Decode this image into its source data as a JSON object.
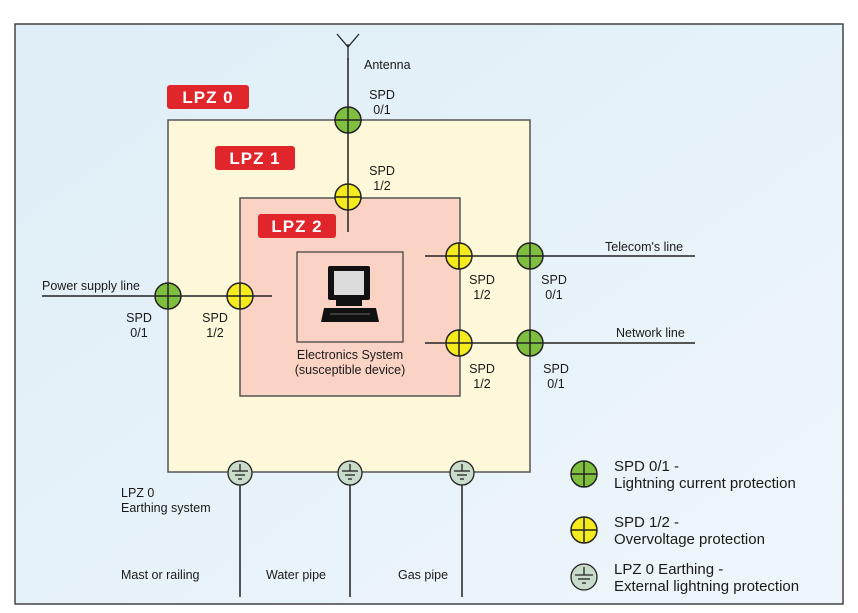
{
  "zones": {
    "lpz0": "LPZ 0",
    "lpz1": "LPZ 1",
    "lpz2": "LPZ 2"
  },
  "labels": {
    "antenna": "Antenna",
    "power_supply_line": "Power supply line",
    "telecoms_line": "Telecom's line",
    "network_line": "Network line",
    "electronics_system_line1": "Electronics System",
    "electronics_system_line2": "(susceptible device)",
    "earthing_line1": "LPZ 0",
    "earthing_line2": "Earthing system",
    "mast": "Mast or railing",
    "water_pipe": "Water pipe",
    "gas_pipe": "Gas pipe"
  },
  "spd": {
    "word": "SPD",
    "class_01": "0/1",
    "class_12": "1/2"
  },
  "legend": {
    "spd01_line1": "SPD  0/1 -",
    "spd01_line2": "Lightning current protection",
    "spd12_line1": "SPD  1/2 -",
    "spd12_line2": "Overvoltage protection",
    "earth_line1": "LPZ 0  Earthing -",
    "earth_line2": "External lightning protection"
  },
  "colors": {
    "frame_bg": "#e3f0f8",
    "lpz1_fill": "#fdf8d9",
    "lpz2_fill": "#fbd3c4",
    "zone_tag": "#e1262b",
    "spd01": "#7fbf3f",
    "spd12": "#f5ea1d",
    "earth": "#c9dcc9"
  },
  "icons": {
    "computer": "computer-icon",
    "antenna": "antenna-icon",
    "spd01": "spd-0-1-icon",
    "spd12": "spd-1-2-icon",
    "earth": "earthing-icon"
  }
}
